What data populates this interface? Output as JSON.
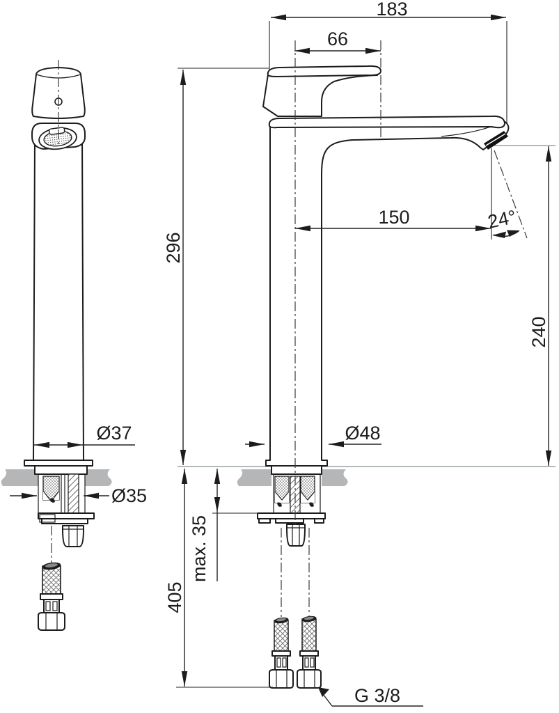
{
  "drawing": {
    "type": "technical-dimension-drawing",
    "subject": "single-lever tall basin mixer tap, side view and front view with installation parts",
    "colors": {
      "line": "#1c1c1c",
      "deck": "#b4b6b8",
      "background": "#ffffff"
    },
    "dims": {
      "overall_width": {
        "label": "183"
      },
      "handle_offset": {
        "label": "66"
      },
      "body_height": {
        "label": "296"
      },
      "spout_reach": {
        "label": "150"
      },
      "spout_angle": {
        "label": "24°"
      },
      "outlet_height": {
        "label": "240"
      },
      "body_diameter": {
        "label": "Ø37"
      },
      "base_diameter": {
        "label": "Ø48"
      },
      "hole_diameter": {
        "label": "Ø35"
      },
      "deck_thickness": {
        "label": "max. 35"
      },
      "hose_drop": {
        "label": "405"
      },
      "thread_size": {
        "label": "G 3/8"
      }
    }
  }
}
